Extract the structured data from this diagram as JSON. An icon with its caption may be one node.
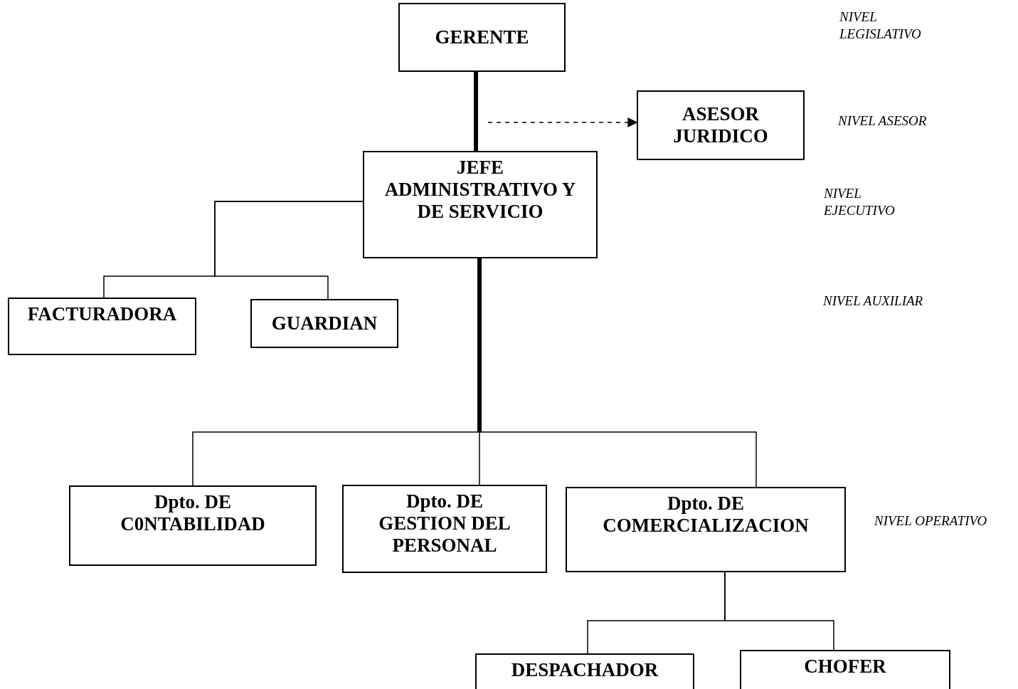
{
  "diagram": {
    "nodes": [
      {
        "text": [
          "GERENTE"
        ]
      },
      {
        "text": [
          "ASESOR JURIDICO"
        ]
      },
      {
        "text": [
          "JEFE ADMINISTRATIVO Y DE SERVICIO"
        ]
      },
      {
        "text": [
          "FACTURADORA"
        ]
      },
      {
        "text": [
          "GUARDIAN"
        ]
      },
      {
        "text": [
          "Dpto. DE C0NTABILIDAD"
        ]
      },
      {
        "text": [
          "Dpto. DE GESTION DEL PERSONAL"
        ]
      },
      {
        "text": [
          "Dpto. DE COMERCIALIZACION"
        ]
      },
      {
        "text": [
          "DESPACHADOR"
        ]
      },
      {
        "text": [
          "CHOFER"
        ]
      }
    ],
    "edges": [
      {
        "from": 0,
        "to": 2,
        "arrow": "none",
        "style": "thick"
      },
      {
        "from": null,
        "to": 1,
        "arrow": "to",
        "style": "dashed"
      },
      {
        "from": 2,
        "to": 3,
        "arrow": "none"
      },
      {
        "from": 2,
        "to": 4,
        "arrow": "none"
      },
      {
        "from": 2,
        "to": 5,
        "arrow": "none"
      },
      {
        "from": 2,
        "to": 6,
        "arrow": "none"
      },
      {
        "from": 2,
        "to": 7,
        "arrow": "none"
      },
      {
        "from": 7,
        "to": 8,
        "arrow": "none"
      },
      {
        "from": 7,
        "to": 9,
        "arrow": "none"
      }
    ],
    "labels": [
      "NIVEL LEGISLATIVO",
      "NIVEL ASESOR",
      "NIVEL EJECUTIVO",
      "NIVEL AUXILIAR",
      "NIVEL OPERATIVO"
    ]
  }
}
